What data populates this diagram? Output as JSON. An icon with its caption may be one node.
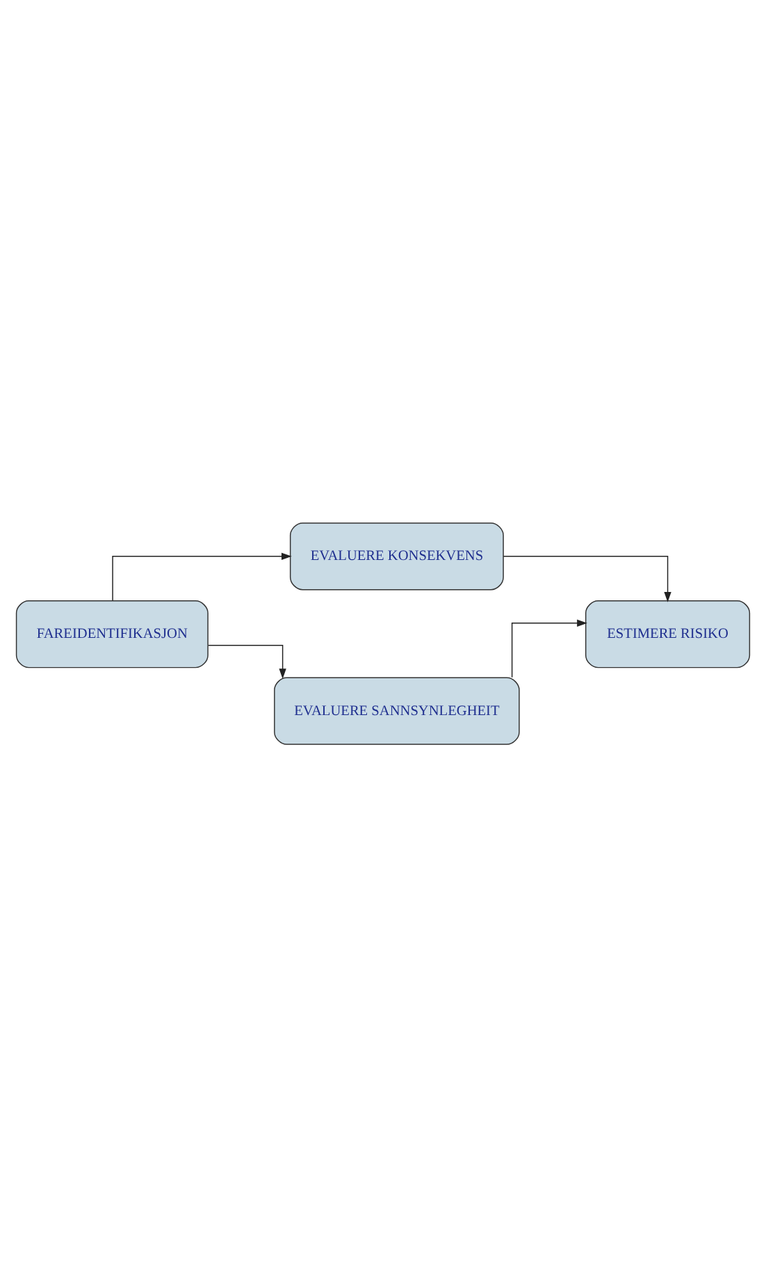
{
  "diagram": {
    "nodes": [
      {
        "text": [
          "FAREIDENTIFIKASJON"
        ]
      },
      {
        "text": [
          "EVALUERE KONSEKVENS"
        ]
      },
      {
        "text": [
          "EVALUERE SANNSYNLEGHEIT"
        ]
      },
      {
        "text": [
          "ESTIMERE RISIKO"
        ]
      }
    ],
    "edges": [
      {
        "from": 0,
        "to": 1,
        "arrow": "to"
      },
      {
        "from": 0,
        "to": 2,
        "arrow": "to"
      },
      {
        "from": 1,
        "to": 3,
        "arrow": "to"
      },
      {
        "from": 2,
        "to": 3,
        "arrow": "to"
      }
    ]
  }
}
